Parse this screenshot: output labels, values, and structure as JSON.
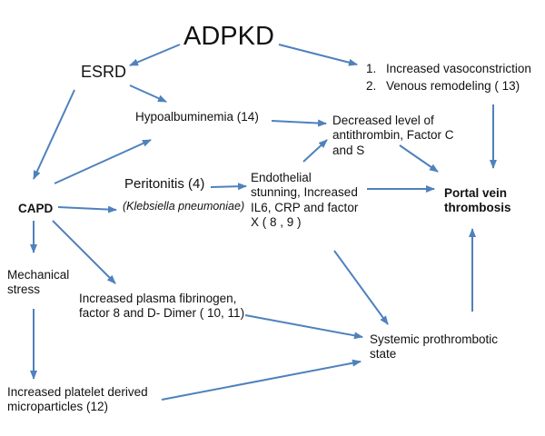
{
  "diagram": {
    "arrow_color": "#4f81bd",
    "nodes": {
      "adpkd": "ADPKD",
      "esrd": "ESRD",
      "vaso_list": [
        "Increased vasoconstriction",
        "Venous remodeling ( 13)"
      ],
      "vaso_numbers": [
        "1.",
        "2."
      ],
      "hypoalbuminemia": "Hypoalbuminemia (14)",
      "antithrombin": "Decreased level of\nantithrombin, Factor C\nand S",
      "capd": "CAPD",
      "peritonitis": "Peritonitis (4)",
      "klebsiella": "(Klebsiella pneumoniae)",
      "endothelial": "Endothelial\nstunning, Increased\nIL6, CRP and factor\nX ( 8 , 9 )",
      "portal": "Portal vein\nthrombosis",
      "mechanical": "Mechanical\nstress",
      "fibrinogen": "Increased plasma fibrinogen,\nfactor 8 and D- Dimer ( 10, 11)",
      "systemic": "Systemic prothrombotic\nstate",
      "platelet": "Increased platelet derived\nmicroparticles (12)"
    }
  }
}
